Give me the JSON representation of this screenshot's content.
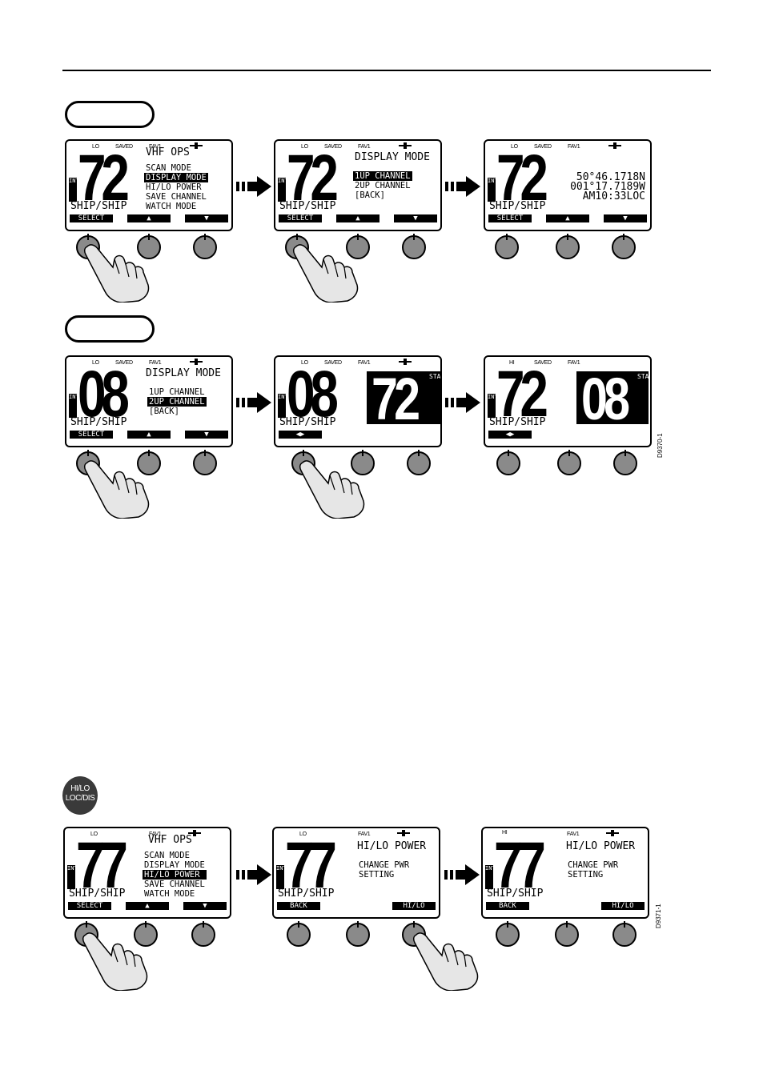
{
  "figure1": {
    "screens": [
      {
        "indicators": [
          "LO",
          "SAVED",
          "FAV1"
        ],
        "channel": "72",
        "int": "INT",
        "mode": "SHIP/SHIP",
        "title": "VHF OPS",
        "menu": [
          "SCAN MODE",
          "DISPLAY MODE",
          "HI/LO POWER",
          "SAVE CHANNEL",
          "WATCH MODE"
        ],
        "highlight": 1,
        "softkeys": [
          "SELECT",
          "▲",
          "▼"
        ]
      },
      {
        "indicators": [
          "LO",
          "SAVED",
          "FAV1"
        ],
        "channel": "72",
        "int": "INT",
        "mode": "SHIP/SHIP",
        "title": "DISPLAY MODE",
        "menu": [
          "1UP CHANNEL",
          "2UP CHANNEL",
          "[BACK]"
        ],
        "highlight": 0,
        "softkeys": [
          "SELECT",
          "▲",
          "▼"
        ]
      },
      {
        "indicators": [
          "LO",
          "SAVED",
          "FAV1"
        ],
        "channel": "72",
        "int": "INT",
        "mode": "SHIP/SHIP",
        "gps": [
          "50°46.1718N",
          "001°17.7189W",
          "AM10:33LOC"
        ],
        "softkeys": [
          "SELECT",
          "▲",
          "▼"
        ]
      }
    ]
  },
  "figure2": {
    "screens": [
      {
        "indicators": [
          "LO",
          "SAVED",
          "FAV1"
        ],
        "channel": "08",
        "int": "INT",
        "mode": "SHIP/SHIP",
        "title": "DISPLAY MODE",
        "menu": [
          "1UP CHANNEL",
          "2UP CHANNEL",
          "[BACK]"
        ],
        "highlight": 1,
        "softkeys": [
          "SELECT",
          "▲",
          "▼"
        ]
      },
      {
        "indicators": [
          "LO",
          "SAVED",
          "FAV1"
        ],
        "channel": "08",
        "int": "INT",
        "mode": "SHIP/SHIP",
        "standby_channel": "72",
        "standby": "STANDBY",
        "softkeys": [
          "◀▶"
        ]
      },
      {
        "indicators": [
          "HI",
          "SAVED",
          "FAV1"
        ],
        "channel": "72",
        "int": "INT",
        "mode": "SHIP/SHIP",
        "standby_channel": "08",
        "standby": "STANDBY",
        "softkeys": [
          "◀▶"
        ]
      }
    ],
    "figure_id": "D9370-1"
  },
  "hilo_button": [
    "HI/LO",
    "LOC/DIS"
  ],
  "figure3": {
    "screens": [
      {
        "indicators": [
          "LO",
          "FAV1"
        ],
        "channel": "77",
        "int": "INT",
        "mode": "SHIP/SHIP",
        "title": "VHF OPS",
        "menu": [
          "SCAN MODE",
          "DISPLAY MODE",
          "HI/LO POWER",
          "SAVE CHANNEL",
          "WATCH MODE"
        ],
        "highlight": 2,
        "softkeys": [
          "SELECT",
          "▲",
          "▼"
        ]
      },
      {
        "indicators": [
          "LO",
          "FAV1"
        ],
        "channel": "77",
        "int": "INT",
        "mode": "SHIP/SHIP",
        "title": "HI/LO POWER",
        "lines": [
          "CHANGE PWR",
          "SETTING"
        ],
        "softkeys": [
          "BACK",
          "",
          "HI/LO"
        ]
      },
      {
        "indicators": [
          "HI",
          "FAV1"
        ],
        "channel": "77",
        "int": "INT",
        "mode": "SHIP/SHIP",
        "title": "HI/LO POWER",
        "lines": [
          "CHANGE PWR",
          "SETTING"
        ],
        "softkeys": [
          "BACK",
          "",
          "HI/LO"
        ]
      }
    ],
    "figure_id": "D9371-1"
  }
}
